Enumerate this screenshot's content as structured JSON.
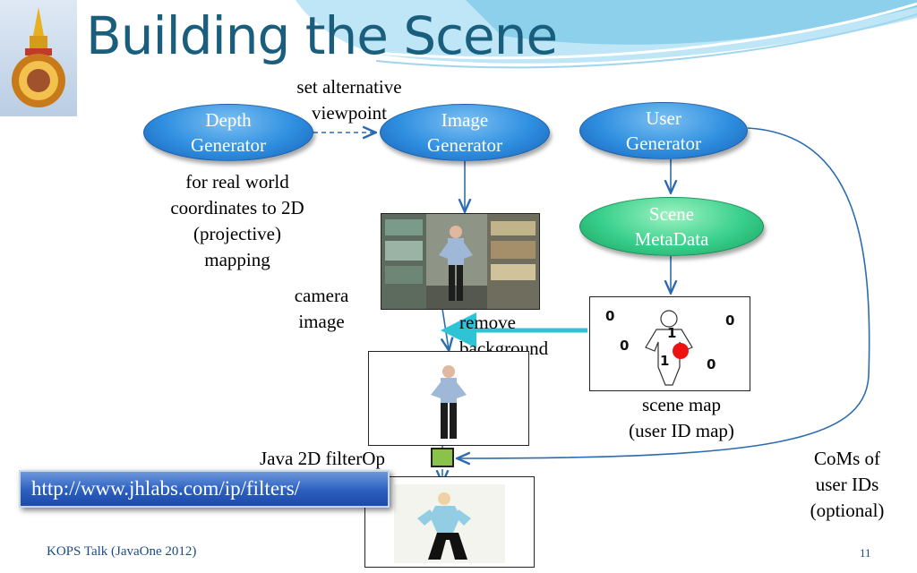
{
  "title": "Building the Scene",
  "nodes": {
    "depth": "Depth\nGenerator",
    "image": "Image\nGenerator",
    "user": "User\nGenerator",
    "scene": "Scene\nMetaData"
  },
  "labels": {
    "alt_viewpoint": "set alternative\nviewpoint",
    "real_world": "for real world\ncoordinates to 2D\n(projective)\nmapping",
    "camera_image": "camera\nimage",
    "remove_background": "remove\nbackground",
    "scene_map": "scene map\n(user ID map)",
    "filter_op": "Java 2D filterOp",
    "coms": "CoMs of\nuser IDs\n(optional)"
  },
  "scene_map_values": [
    "0",
    "0",
    "1",
    "0",
    "1",
    "0"
  ],
  "url": "http://www.jhlabs.com/ip/filters/",
  "footer": {
    "talk": "KOPS Talk (JavaOne 2012)",
    "page": "11"
  },
  "colors": {
    "title": "#1a5e7e",
    "node_blue": "#2f8fe0",
    "node_green": "#39cf8c",
    "arrow": "#2b6cb0",
    "highlight_arrow": "#2ec4d6",
    "filter_box": "#8bc34a"
  }
}
